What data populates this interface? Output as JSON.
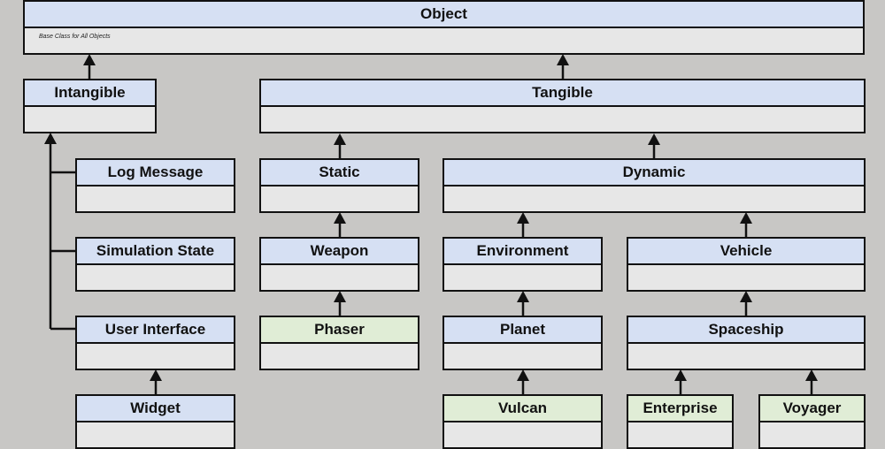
{
  "nodes": {
    "object": {
      "title": "Object",
      "description": "Base Class for All Objects"
    },
    "intangible": {
      "title": "Intangible"
    },
    "tangible": {
      "title": "Tangible"
    },
    "log_message": {
      "title": "Log Message"
    },
    "simulation_state": {
      "title": "Simulation State"
    },
    "user_interface": {
      "title": "User Interface"
    },
    "widget": {
      "title": "Widget"
    },
    "static": {
      "title": "Static"
    },
    "dynamic": {
      "title": "Dynamic"
    },
    "weapon": {
      "title": "Weapon"
    },
    "phaser": {
      "title": "Phaser"
    },
    "environment": {
      "title": "Environment"
    },
    "vehicle": {
      "title": "Vehicle"
    },
    "planet": {
      "title": "Planet"
    },
    "spaceship": {
      "title": "Spaceship"
    },
    "vulcan": {
      "title": "Vulcan"
    },
    "enterprise": {
      "title": "Enterprise"
    },
    "voyager": {
      "title": "Voyager"
    }
  },
  "colors": {
    "background": "#c8c7c5",
    "class_header": "#d6e0f3",
    "leaf_header": "#e0edd6",
    "body": "#e7e7e7",
    "line": "#111111"
  },
  "edges": [
    [
      "intangible",
      "object"
    ],
    [
      "tangible",
      "object"
    ],
    [
      "log_message",
      "intangible"
    ],
    [
      "simulation_state",
      "intangible"
    ],
    [
      "user_interface",
      "intangible"
    ],
    [
      "widget",
      "user_interface"
    ],
    [
      "static",
      "tangible"
    ],
    [
      "dynamic",
      "tangible"
    ],
    [
      "weapon",
      "static"
    ],
    [
      "phaser",
      "weapon"
    ],
    [
      "environment",
      "dynamic"
    ],
    [
      "vehicle",
      "dynamic"
    ],
    [
      "planet",
      "environment"
    ],
    [
      "spaceship",
      "vehicle"
    ],
    [
      "vulcan",
      "planet"
    ],
    [
      "enterprise",
      "spaceship"
    ],
    [
      "voyager",
      "spaceship"
    ]
  ]
}
